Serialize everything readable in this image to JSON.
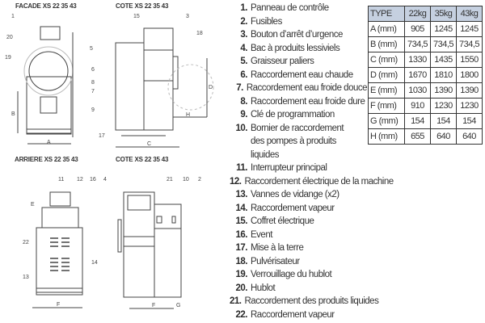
{
  "views": {
    "front_title": "FACADE  XS 22 35 43",
    "side_title": "COTE  XS 22 35 43",
    "rear_title": "ARRIERE  XS 22 35 43",
    "side2_title": "COTE  XS 22 35 43"
  },
  "callouts": {
    "front": [
      "1",
      "20",
      "19",
      "5"
    ],
    "side": [
      "15",
      "3",
      "18",
      "6",
      "8",
      "7",
      "9",
      "17"
    ],
    "rear": [
      "11",
      "12",
      "16",
      "22",
      "13",
      "14"
    ],
    "side2": [
      "4",
      "21",
      "10",
      "2"
    ],
    "dims": [
      "A",
      "B",
      "C",
      "D",
      "H",
      "E",
      "F",
      "F",
      "G"
    ]
  },
  "legend": [
    {
      "n": "1.",
      "t": "Panneau de contrôle"
    },
    {
      "n": "2.",
      "t": "Fusibles"
    },
    {
      "n": "3.",
      "t": "Bouton d’arrêt d’urgence"
    },
    {
      "n": "4.",
      "t": "Bac à produits lessiviels"
    },
    {
      "n": "5.",
      "t": "Graisseur paliers"
    },
    {
      "n": "6.",
      "t": "Raccordement eau chaude"
    },
    {
      "n": "7.",
      "t": "Raccordement eau froide douce"
    },
    {
      "n": "8.",
      "t": "Raccordement eau froide dure"
    },
    {
      "n": "9.",
      "t": "Clé de programmation"
    },
    {
      "n": "10.",
      "t": "Bornier de raccordement"
    },
    {
      "n": "",
      "t": "des pompes à produits"
    },
    {
      "n": "",
      "t": "liquides"
    },
    {
      "n": "11.",
      "t": "Interrupteur principal"
    },
    {
      "n": "12.",
      "t": "Raccordement électrique de la machine"
    },
    {
      "n": "13.",
      "t": "Vannes de vidange (x2)"
    },
    {
      "n": "14.",
      "t": "Raccordement vapeur"
    },
    {
      "n": "15.",
      "t": "Coffret électrique"
    },
    {
      "n": "16.",
      "t": "Event"
    },
    {
      "n": "17.",
      "t": "Mise à la terre"
    },
    {
      "n": "18.",
      "t": "Pulvérisateur"
    },
    {
      "n": "19.",
      "t": "Verrouillage du hublot"
    },
    {
      "n": "20.",
      "t": "Hublot"
    },
    {
      "n": "21.",
      "t": "Raccordement des produits liquides"
    },
    {
      "n": "22.",
      "t": "Raccordement vapeur"
    }
  ],
  "table": {
    "headers": [
      "TYPE",
      "22kg",
      "35kg",
      "43kg"
    ],
    "rows": [
      [
        "A (mm)",
        "905",
        "1245",
        "1245"
      ],
      [
        "B (mm)",
        "734,5",
        "734,5",
        "734,5"
      ],
      [
        "C (mm)",
        "1330",
        "1435",
        "1550"
      ],
      [
        "D (mm)",
        "1670",
        "1810",
        "1800"
      ],
      [
        "E (mm)",
        "1030",
        "1390",
        "1390"
      ],
      [
        "F (mm)",
        "910",
        "1230",
        "1230"
      ],
      [
        "G (mm)",
        "154",
        "154",
        "154"
      ],
      [
        "H (mm)",
        "655",
        "640",
        "640"
      ]
    ]
  }
}
